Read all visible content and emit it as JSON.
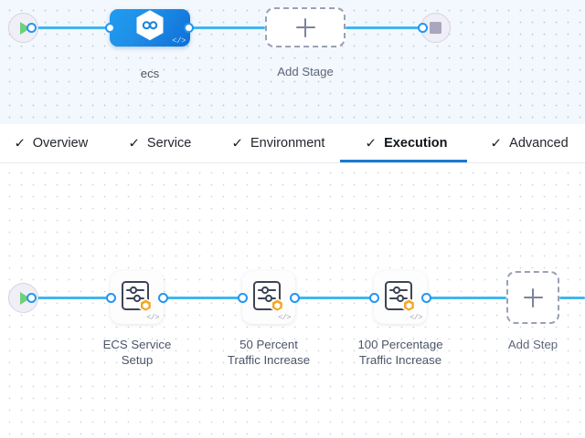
{
  "stage_canvas": {
    "start_node": {
      "name": "start-node",
      "icon": "play-icon"
    },
    "end_node": {
      "name": "end-node",
      "icon": "stop-icon"
    },
    "stage": {
      "label": "ecs",
      "icon": "service-hexagon-icon",
      "code_tag": "</>"
    },
    "add_stage": {
      "label": "Add Stage",
      "icon": "plus-icon"
    }
  },
  "tabs": [
    {
      "label": "Overview",
      "check": "✓",
      "active": false
    },
    {
      "label": "Service",
      "check": "✓",
      "active": false
    },
    {
      "label": "Environment",
      "check": "✓",
      "active": false
    },
    {
      "label": "Execution",
      "check": "✓",
      "active": true
    },
    {
      "label": "Advanced",
      "check": "✓",
      "active": false
    }
  ],
  "execution_canvas": {
    "start_node": {
      "name": "start-node",
      "icon": "play-icon"
    },
    "steps": [
      {
        "label": "ECS Service\nSetup",
        "icon": "step-settings-icon",
        "badge": "harness-hexagon-badge",
        "code_tag": "</>"
      },
      {
        "label": "50 Percent\nTraffic Increase",
        "icon": "step-settings-icon",
        "badge": "harness-hexagon-badge",
        "code_tag": "</>"
      },
      {
        "label": "100 Percentage\nTraffic Increase",
        "icon": "step-settings-icon",
        "badge": "harness-hexagon-badge",
        "code_tag": "</>"
      }
    ],
    "add_step": {
      "label": "Add Step",
      "icon": "plus-icon"
    }
  },
  "colors": {
    "connector": "#41b6f0",
    "port_stroke": "#2196f3",
    "active_tab_underline": "#1b79d0",
    "stage_node_blue": "#1f8fe8",
    "badge_orange": "#f5a623",
    "play_green": "#6ed07a",
    "stage_canvas_bg": "#f2f8fd"
  }
}
